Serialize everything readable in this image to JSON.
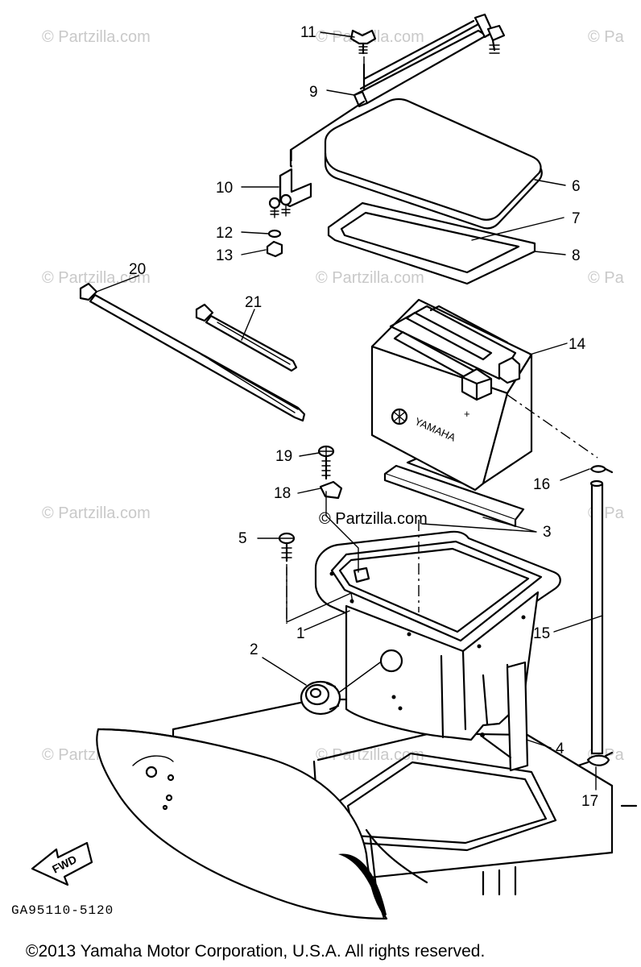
{
  "callouts": [
    {
      "id": "1",
      "text": "1"
    },
    {
      "id": "2",
      "text": "2"
    },
    {
      "id": "3",
      "text": "3"
    },
    {
      "id": "4",
      "text": "4"
    },
    {
      "id": "5",
      "text": "5"
    },
    {
      "id": "6",
      "text": "6"
    },
    {
      "id": "7",
      "text": "7"
    },
    {
      "id": "8",
      "text": "8"
    },
    {
      "id": "9",
      "text": "9"
    },
    {
      "id": "10",
      "text": "10"
    },
    {
      "id": "11",
      "text": "11"
    },
    {
      "id": "12",
      "text": "12"
    },
    {
      "id": "13",
      "text": "13"
    },
    {
      "id": "14",
      "text": "14"
    },
    {
      "id": "15",
      "text": "15"
    },
    {
      "id": "16",
      "text": "16"
    },
    {
      "id": "17",
      "text": "17"
    },
    {
      "id": "18",
      "text": "18"
    },
    {
      "id": "19",
      "text": "19"
    },
    {
      "id": "20",
      "text": "20"
    },
    {
      "id": "21",
      "text": "21"
    }
  ],
  "watermark": "© Partzilla.com",
  "watermark_partial": "© Pa",
  "battery_brand": "YAMAHA",
  "fwd_label": "FWD",
  "diagram_code": "GA95110-5120",
  "copyright": "©2013  Yamaha Motor Corporation, U.S.A. All rights reserved."
}
